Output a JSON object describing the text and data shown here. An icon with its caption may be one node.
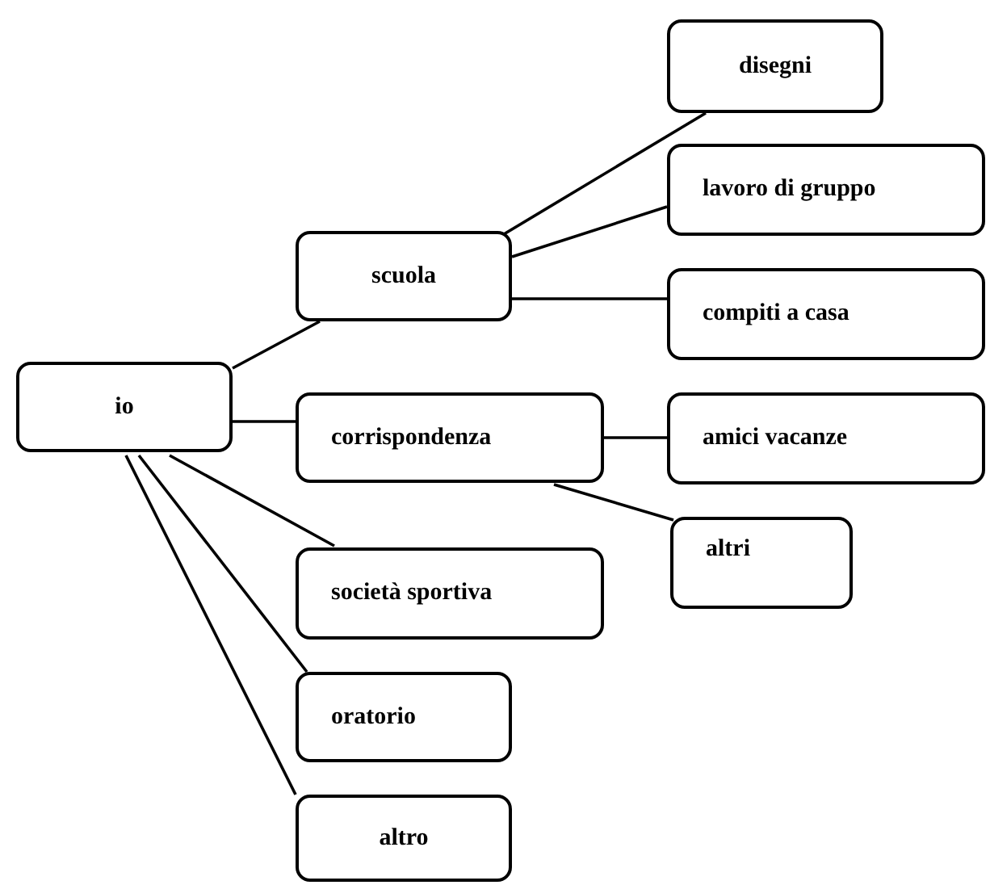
{
  "diagram": {
    "nodes": [
      {
        "text": [
          "io"
        ]
      },
      {
        "text": [
          "scuola"
        ]
      },
      {
        "text": [
          "corrispondenza"
        ]
      },
      {
        "text": [
          "società sportiva"
        ]
      },
      {
        "text": [
          "oratorio"
        ]
      },
      {
        "text": [
          "altro"
        ]
      },
      {
        "text": [
          "disegni"
        ]
      },
      {
        "text": [
          "lavoro di gruppo"
        ]
      },
      {
        "text": [
          "compiti a casa"
        ]
      },
      {
        "text": [
          "amici vacanze"
        ]
      },
      {
        "text": [
          "altri"
        ]
      }
    ],
    "edges": [
      {
        "from": 0,
        "to": 1,
        "arrow": "none"
      },
      {
        "from": 0,
        "to": 2,
        "arrow": "none"
      },
      {
        "from": 0,
        "to": 3,
        "arrow": "none"
      },
      {
        "from": 0,
        "to": 4,
        "arrow": "none"
      },
      {
        "from": 0,
        "to": 5,
        "arrow": "none"
      },
      {
        "from": 1,
        "to": 6,
        "arrow": "none"
      },
      {
        "from": 1,
        "to": 7,
        "arrow": "none"
      },
      {
        "from": 1,
        "to": 8,
        "arrow": "none"
      },
      {
        "from": 2,
        "to": 9,
        "arrow": "none"
      },
      {
        "from": 2,
        "to": 10,
        "arrow": "none"
      }
    ]
  }
}
